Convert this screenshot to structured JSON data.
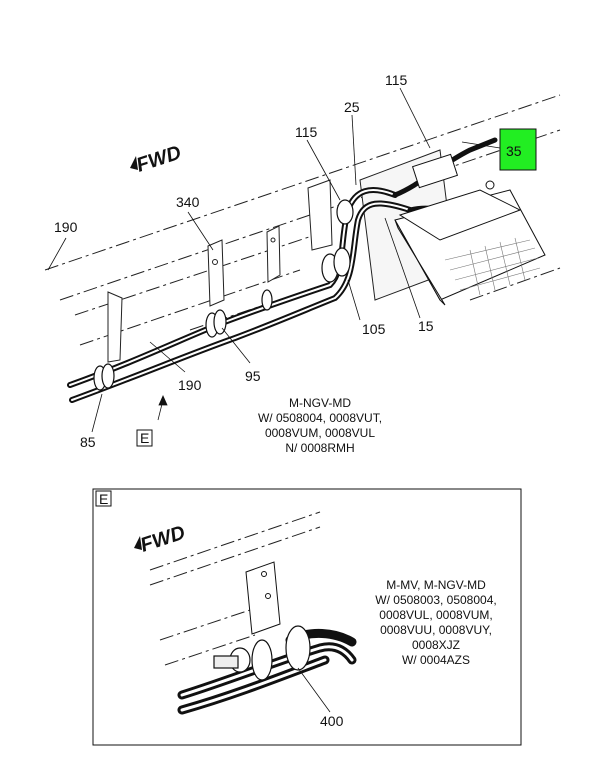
{
  "main_view": {
    "fwd_label": "FWD",
    "callouts": {
      "c115a": "115",
      "c25": "25",
      "c115b": "115",
      "c35": "35",
      "c340": "340",
      "c190a": "190",
      "c190b": "190",
      "c95": "95",
      "c105": "105",
      "c15": "15",
      "c85": "85"
    },
    "view_ref": "E",
    "note_lines": [
      "M-NGV-MD",
      "W/ 0508004, 0008VUT,",
      "0008VUM, 0008VUL",
      "N/ 0008RMH"
    ],
    "highlight_color": "#22ee22"
  },
  "detail_view": {
    "label": "E",
    "fwd_label": "FWD",
    "callout": "400",
    "note_lines": [
      "M-MV, M-NGV-MD",
      "W/ 0508003, 0508004,",
      "0008VUL, 0008VUM,",
      "0008VUU, 0008VUY,",
      "0008XJZ",
      "W/ 0004AZS"
    ]
  },
  "footer": {
    "left_text": "",
    "right_text": ""
  }
}
